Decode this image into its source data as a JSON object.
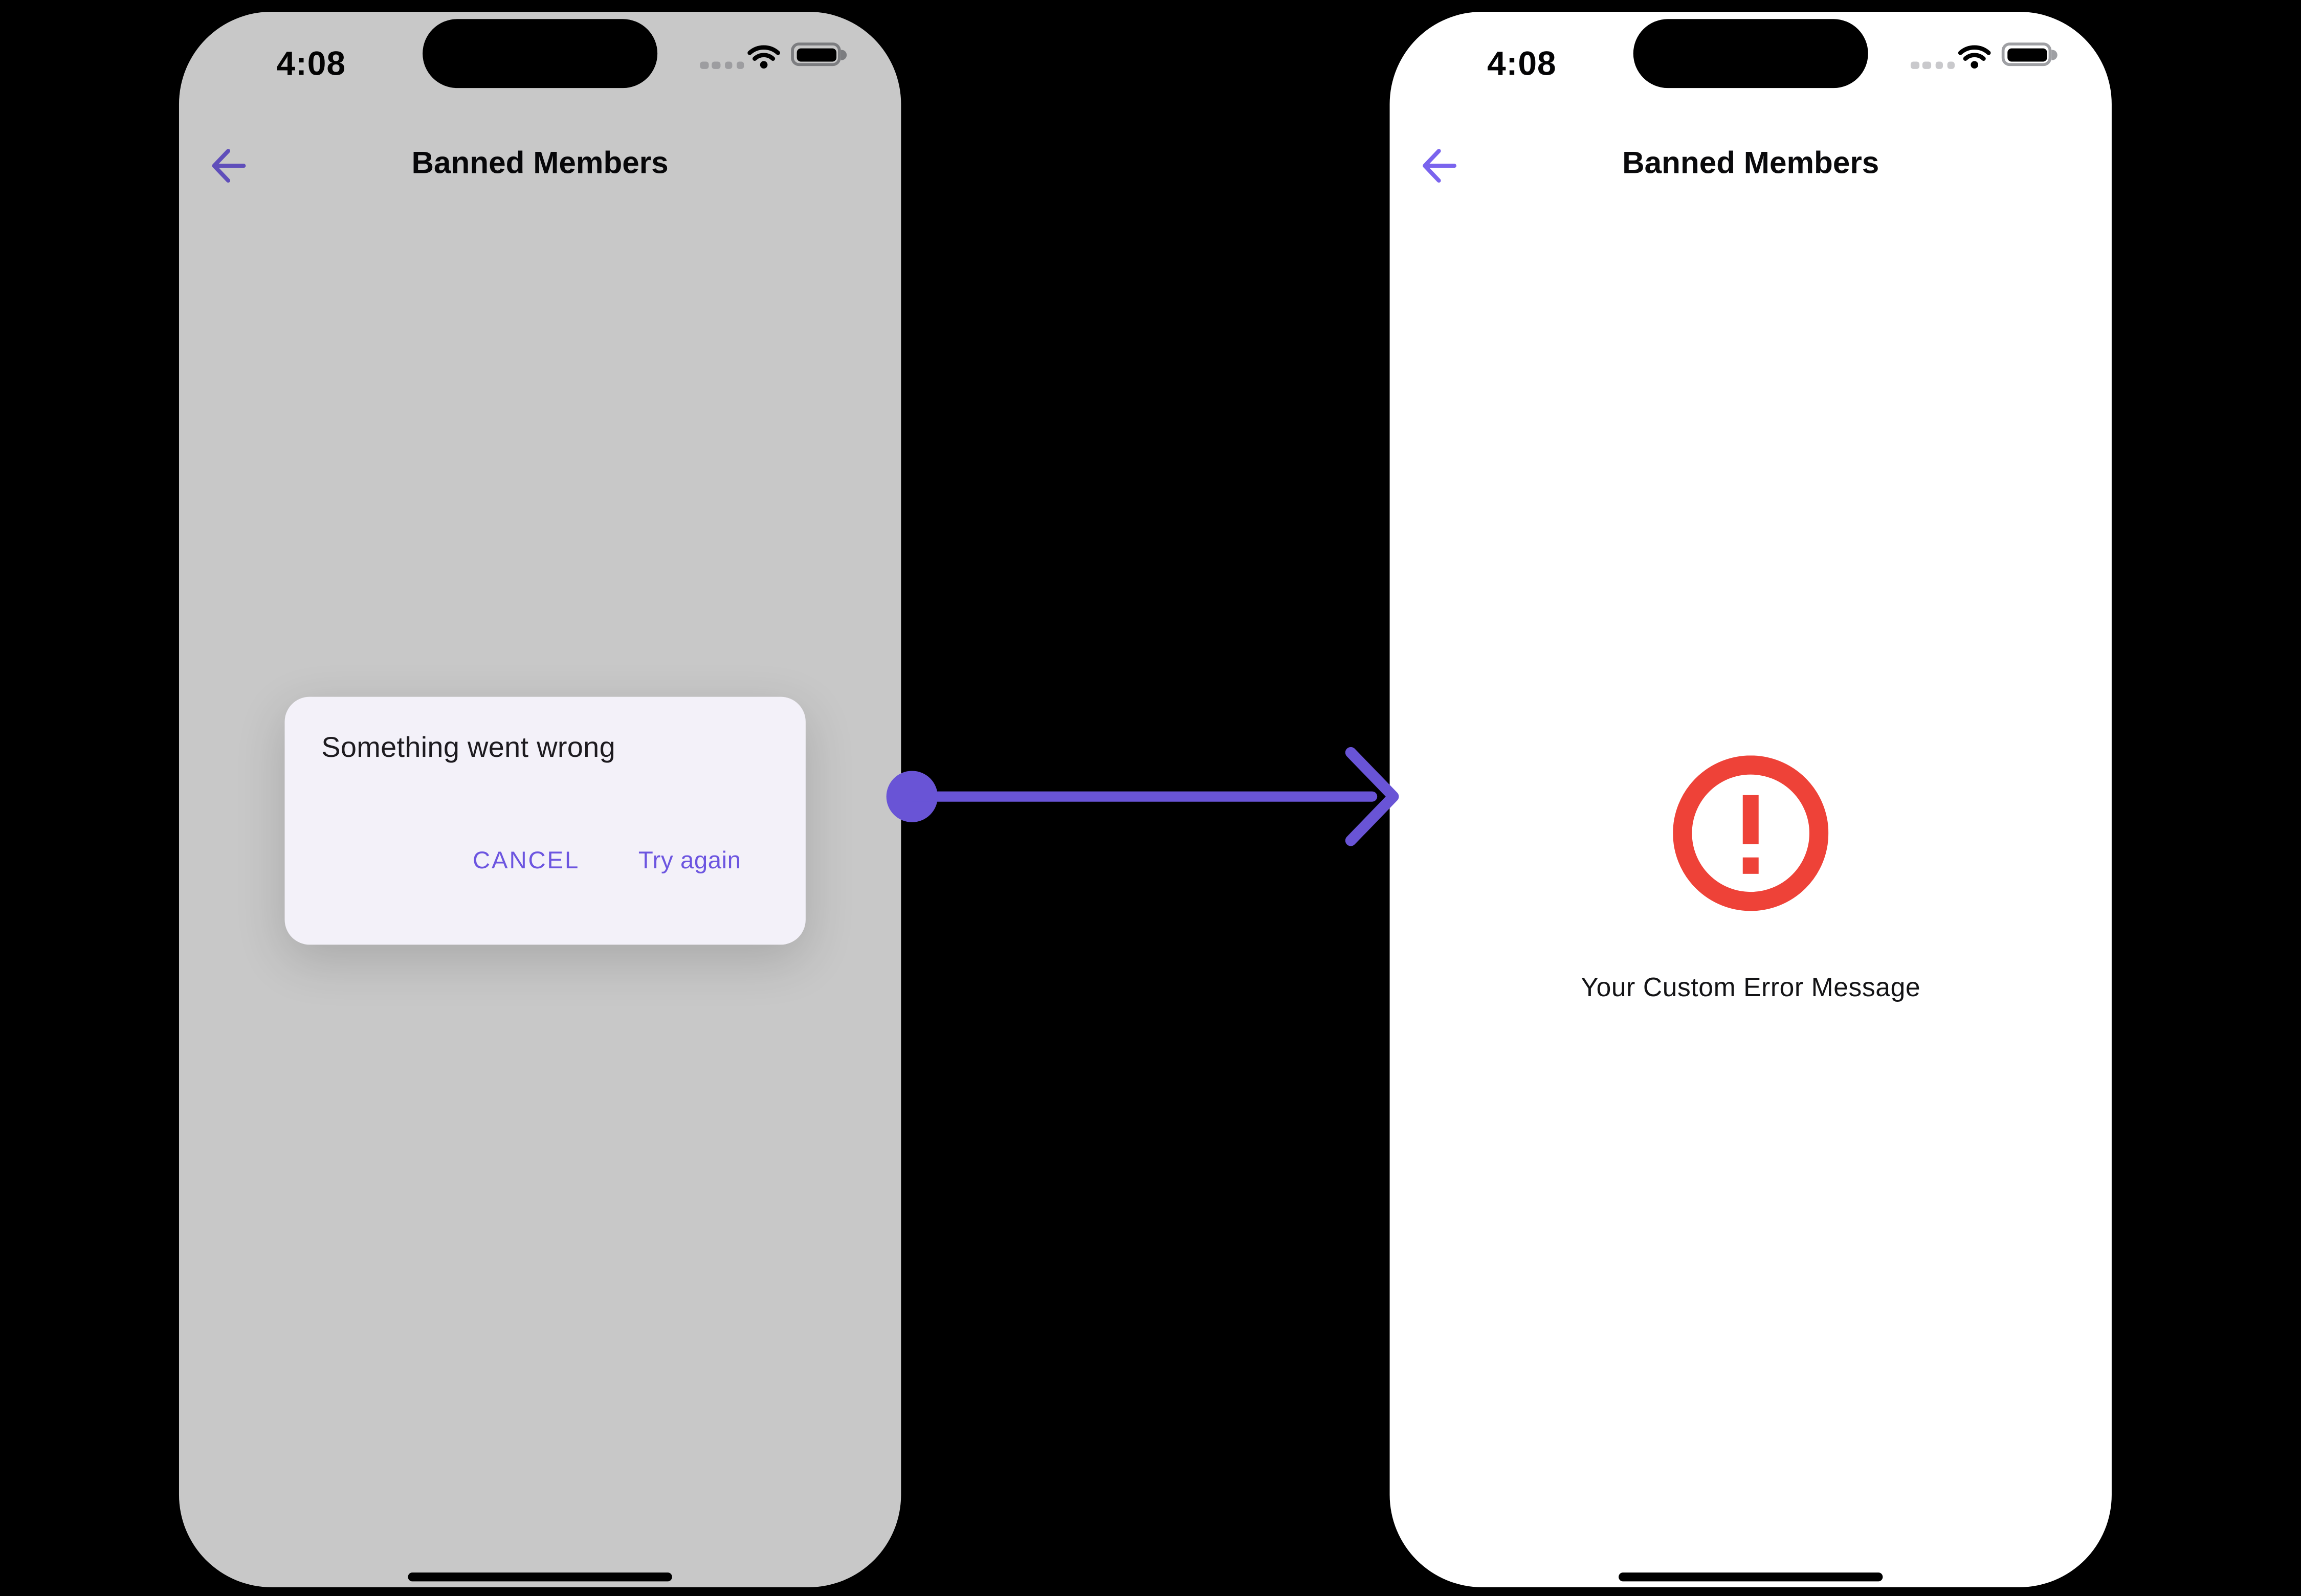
{
  "status_bar": {
    "time": "4:08"
  },
  "left_phone": {
    "header": {
      "title": "Banned Members"
    },
    "dialog": {
      "title": "Something went wrong",
      "cancel_label": "CANCEL",
      "confirm_label": "Try again"
    }
  },
  "right_phone": {
    "header": {
      "title": "Banned Members"
    },
    "error": {
      "message": "Your Custom Error Message"
    }
  },
  "icons": {
    "back": "arrow-left-icon",
    "cellular": "cellular-dots-icon",
    "wifi": "wifi-icon",
    "battery": "battery-icon",
    "error": "alert-circle-icon",
    "connector": "flow-arrow-right-icon"
  },
  "colors": {
    "canvas_bg": "#000000",
    "phone_bg": "#ffffff",
    "scrim": "rgba(0,0,0,0.215)",
    "dimmed_screen_gray": "#c8c8c8",
    "accent_purple": "#7a64ee",
    "dialog_button_purple": "#6c55e0",
    "connector_purple": "#6954d6",
    "dialog_bg": "#f3f1f9",
    "dialog_title_color": "#1d1b20",
    "error_red": "#ee4238",
    "title_color": "#0a0a0c",
    "status_dots_gray": "#c9c9cc",
    "battery_outline_gray": "#9fa0a4"
  }
}
